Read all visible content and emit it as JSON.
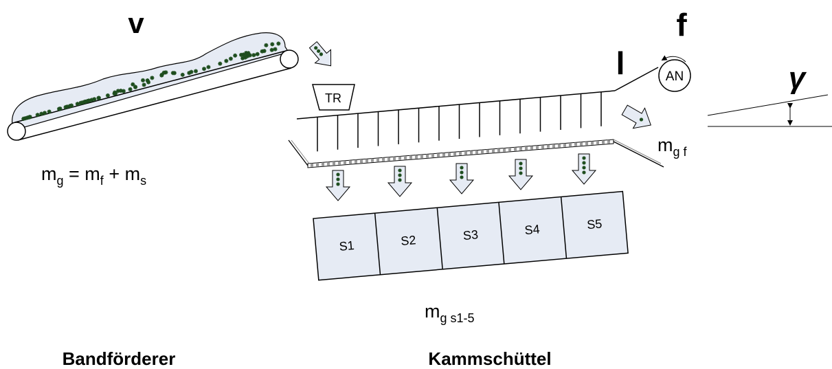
{
  "colors": {
    "stroke": "#000000",
    "fill_light": "#e6ebf4",
    "bin_fill": "#e6ebf4",
    "particle": "#1e4d1e",
    "background": "#ffffff"
  },
  "labels": {
    "v": "v",
    "f": "f",
    "l": "l",
    "gamma": "γ",
    "an": "AN",
    "tr": "TR",
    "mgf_base": "m",
    "mgf_sub": "g f",
    "mgs_base": "m",
    "mgs_sub": "g s1-5",
    "formula": {
      "m1": "m",
      "s1": "g",
      "eq": " = ",
      "m2": "m",
      "s2": "f",
      "plus": " + ",
      "m3": "m",
      "s3": "s"
    },
    "bandfoerderer": "Bandförderer",
    "kammschuettel": "Kammschüttel"
  },
  "bins": [
    "S1",
    "S2",
    "S3",
    "S4",
    "S5"
  ],
  "icons": [
    "rotation-arrow-icon",
    "double-arrow-icon",
    "material-arrow-icon"
  ]
}
